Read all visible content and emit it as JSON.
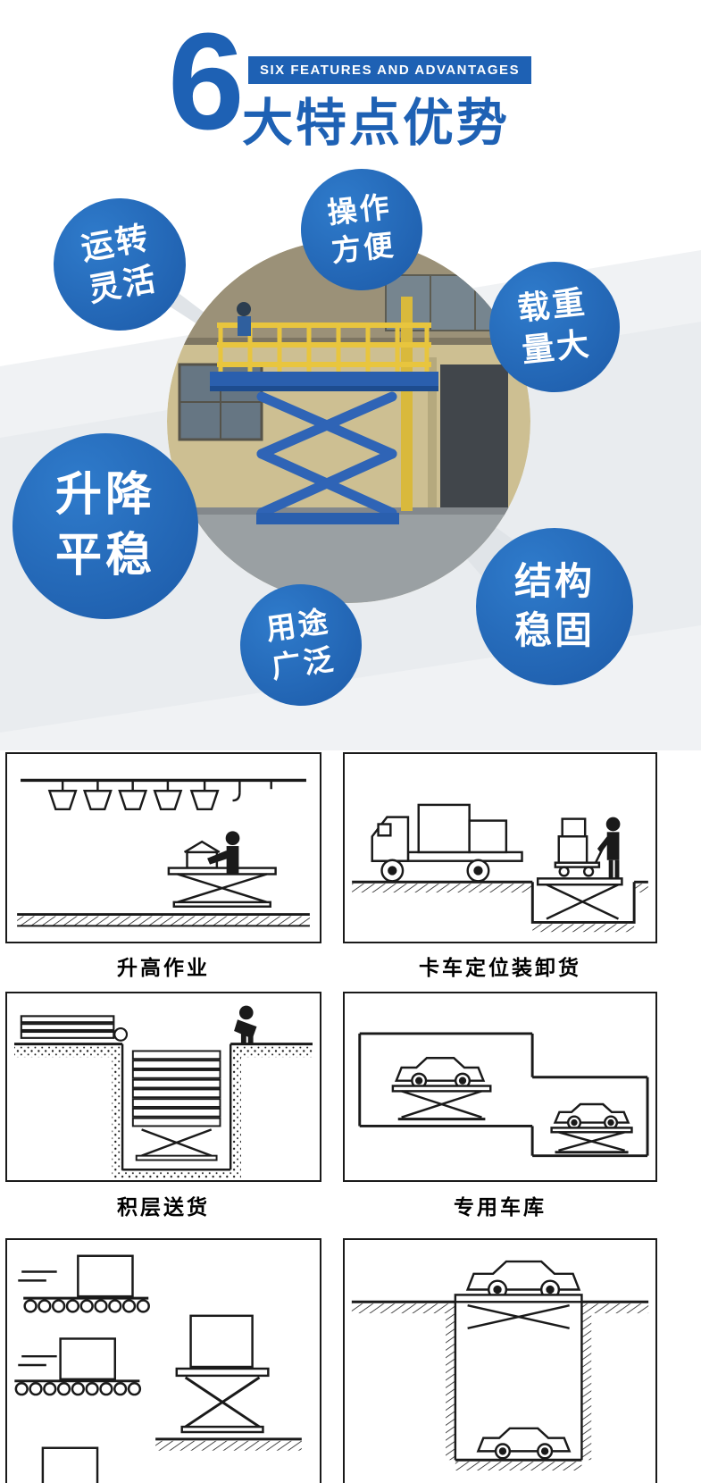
{
  "colors": {
    "primary_blue": "#1e61b4",
    "bubble_blue": "#2166b3",
    "accent_yellow": "#e8c53e",
    "line_black": "#1a1a1a",
    "backdrop_gray": "#eef0f2"
  },
  "header": {
    "number": "6",
    "subtitle_en": "SIX FEATURES AND ADVANTAGES",
    "title_cn": "大特点优势"
  },
  "features": [
    {
      "name": "flexible-operation",
      "lines": [
        "运转",
        "灵活"
      ]
    },
    {
      "name": "easy-to-operate",
      "lines": [
        "操作",
        "方便"
      ]
    },
    {
      "name": "large-load",
      "lines": [
        "载重",
        "量大"
      ]
    },
    {
      "name": "smooth-lifting",
      "lines": [
        "升降",
        "平稳"
      ]
    },
    {
      "name": "stable-structure",
      "lines": [
        "结构",
        "稳固"
      ]
    },
    {
      "name": "wide-usage",
      "lines": [
        "用途",
        "广泛"
      ]
    }
  ],
  "use_cases": [
    {
      "name": "lifting-work",
      "caption": "升高作业"
    },
    {
      "name": "truck-loading",
      "caption": "卡车定位装卸货"
    },
    {
      "name": "multi-layer-delivery",
      "caption": "积层送货"
    },
    {
      "name": "dedicated-garage",
      "caption": "专用车库"
    },
    {
      "name": "conveyor-transfer"
    },
    {
      "name": "car-lift-pit"
    }
  ]
}
